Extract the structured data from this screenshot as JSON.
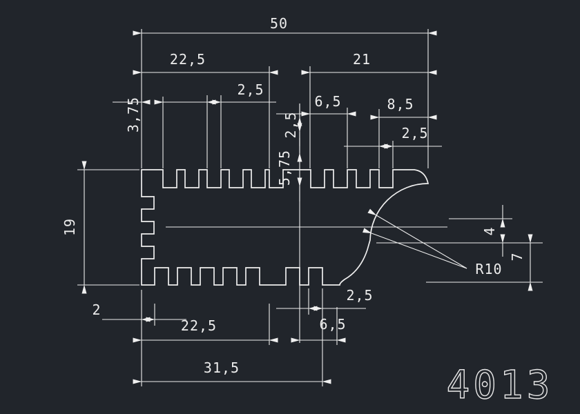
{
  "meta": {
    "background": "#21252b",
    "line_color": "#efefef",
    "text_color": "#ededed",
    "drawing_type": "extrusion-profile-cad-drawing"
  },
  "title_block": {
    "part_number": "4013"
  },
  "dimensions": {
    "overall_width": "50",
    "top_left_group_width": "22,5",
    "top_right_group_width": "21",
    "top_slot_width": "2,5",
    "top_first_slot_offset": "3,75",
    "top_right_slot_span": "6,5",
    "top_right_edge_offset": "8,5",
    "top_right_slot_width": "2,5",
    "right_step_height": "2,5",
    "slot_depth": "5,75",
    "overall_height": "19",
    "arc_upper_offset": "4",
    "arc_lower_offset": "7",
    "arc_radius": "R10",
    "bottom_slot_width": "2,5",
    "bottom_left_offset": "2",
    "bottom_left_group_width": "22,5",
    "bottom_right_slot_span": "6,5",
    "bottom_group_width": "31,5"
  }
}
